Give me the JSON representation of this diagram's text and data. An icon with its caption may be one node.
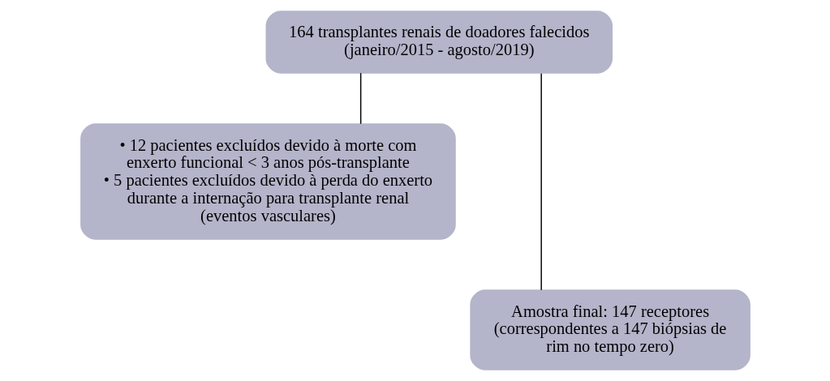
{
  "diagram": {
    "nodes": [
      {
        "text": [
          "164 transplantes renais de doadores falecidos (janeiro/2015 - agosto/2019)"
        ]
      },
      {
        "text": [
          "• 12 pacientes excluídos devido à morte com enxerto funcional < 3 anos pós-transplante",
          "• 5 pacientes excluídos devido à perda do enxerto durante a internação para transplante renal (eventos vasculares)"
        ]
      },
      {
        "text": [
          "Amostra final: 147 receptores (correspondentes a 147 biópsias de rim no tempo zero)"
        ]
      }
    ],
    "edges": [
      {
        "from": 0,
        "to": 2,
        "arrow": "none"
      },
      {
        "from": 0,
        "to": 1,
        "arrow": "none"
      }
    ]
  }
}
